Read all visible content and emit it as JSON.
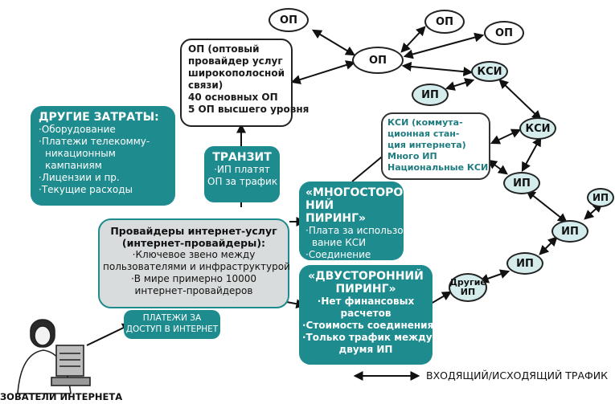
{
  "other_costs": {
    "title": "ДРУГИЕ ЗАТРАТЫ:",
    "lines": [
      "·Оборудование",
      "·Платежи телекомму-",
      "никационным",
      "кампаниям",
      "·Лицензии и пр.",
      "·Текущие расходы"
    ]
  },
  "op_box": {
    "lines": [
      "ОП (оптовый",
      "провайдер услуг",
      "широкополосной",
      "связи)",
      "40 основных ОП",
      "5 ОП высшего уровня"
    ]
  },
  "transit": {
    "title": "ТРАНЗИТ",
    "lines": [
      "·ИП платят",
      "ОП за трафик"
    ]
  },
  "ksi_box": {
    "lines": [
      "КСИ (коммута-",
      "ционная стан-",
      "ция интернета)",
      "Много ИП",
      "Национальные КСИ"
    ]
  },
  "isp": {
    "title": [
      "Провайдеры интернет-услуг",
      "(интернет-провайдеры):"
    ],
    "lines": [
      "·Ключевое звено между",
      "пользователями и инфраструктурой",
      "·В мире примерно 10000",
      "интернет-провайдеров"
    ]
  },
  "multi": {
    "title": [
      "«МНОГОСТОРОН-",
      "НИЙ ПИРИНГ»"
    ],
    "lines": [
      "·Плата за использо",
      "вание КСИ",
      "·Соединение"
    ]
  },
  "bilateral": {
    "title": [
      "«ДВУСТОРОННИЙ",
      "ПИРИНГ»"
    ],
    "lines": [
      "·Нет финансовых",
      "расчетов",
      "·Стоимость соединения",
      "·Только трафик между",
      "двумя ИП"
    ]
  },
  "payments": {
    "lines": [
      "ПЛАТЕЖИ ЗА",
      "ДОСТУП В ИНТЕРНЕТ"
    ]
  },
  "nodes": {
    "op": "ОП",
    "ip": "ИП",
    "ksi": "КСИ",
    "other_ip": [
      "Другие",
      "ИП"
    ]
  },
  "legend": {
    "label": "ВХОДЯЩИЙ/ИСХОДЯЩИЙ ТРАФИК"
  },
  "users_label": "ЗОВАТЕЛИ ИНТЕРНЕТА",
  "colors": {
    "teal": "#1e8b8e",
    "grey": "#d9dcdc",
    "node_fill": "#d5ecec",
    "arrow": "#111111"
  }
}
